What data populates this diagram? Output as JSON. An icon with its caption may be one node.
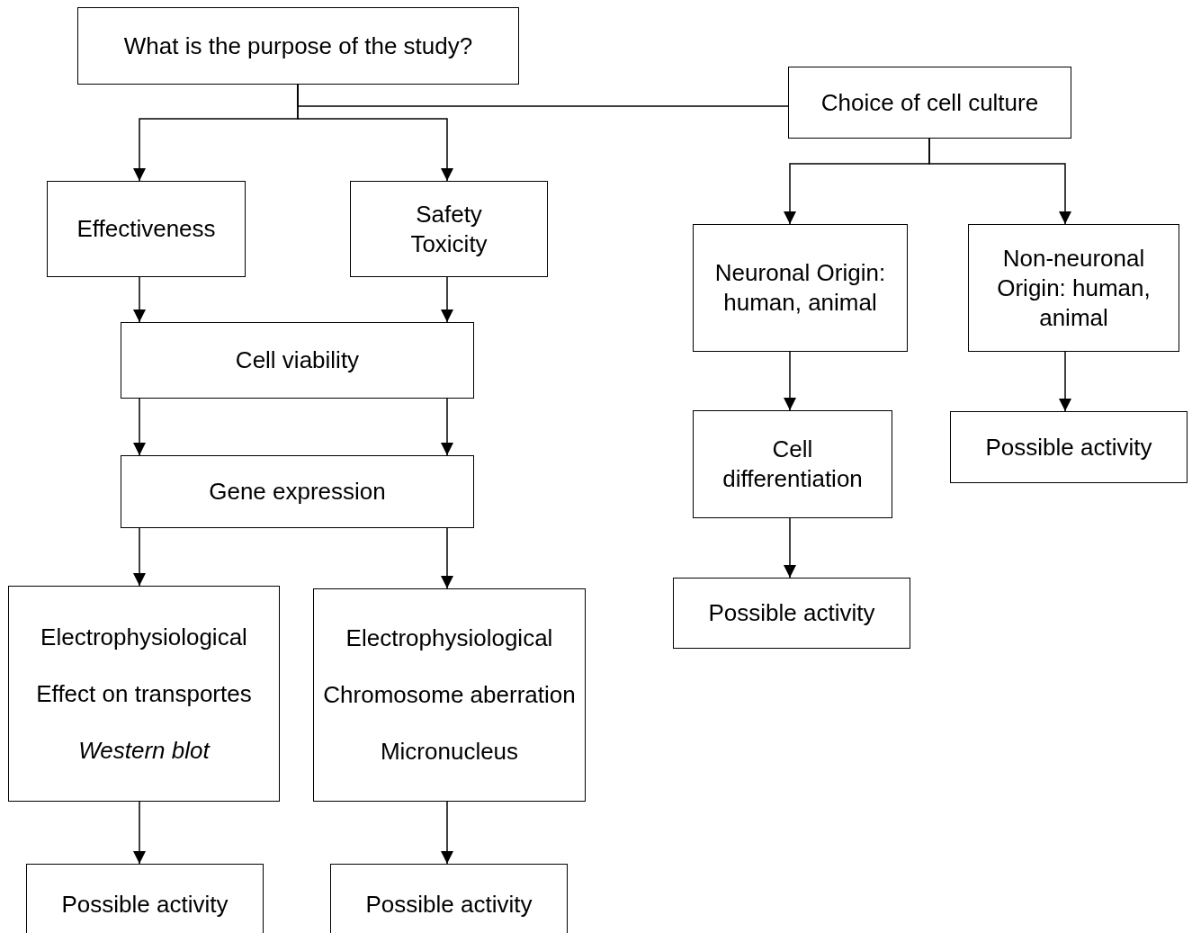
{
  "diagram": {
    "nodes": [
      {
        "text": [
          "What is the purpose of the study?"
        ]
      },
      {
        "text": [
          "Choice of cell culture"
        ]
      },
      {
        "text": [
          "Effectiveness"
        ]
      },
      {
        "text": [
          "Safety",
          "Toxicity"
        ]
      },
      {
        "text": [
          "Neuronal Origin: human, animal"
        ]
      },
      {
        "text": [
          "Non-neuronal Origin: human, animal"
        ]
      },
      {
        "text": [
          "Cell viability"
        ]
      },
      {
        "text": [
          "Cell differentiation"
        ]
      },
      {
        "text": [
          "Possible activity"
        ]
      },
      {
        "text": [
          "Gene expression"
        ]
      },
      {
        "text": [
          "Possible activity"
        ]
      },
      {
        "text": [
          "Electrophysiological",
          "Effect on transportes",
          "*Western blot*"
        ]
      },
      {
        "text": [
          "Electrophysiological",
          "Chromosome aberration",
          "Micronucleus"
        ]
      },
      {
        "text": [
          "Possible activity"
        ]
      },
      {
        "text": [
          "Possible activity"
        ]
      }
    ],
    "edges": [
      {
        "from": 0,
        "to": 1,
        "arrow": "none"
      },
      {
        "from": 0,
        "to": 2,
        "arrow": "to"
      },
      {
        "from": 0,
        "to": 3,
        "arrow": "to"
      },
      {
        "from": 1,
        "to": 4,
        "arrow": "to"
      },
      {
        "from": 1,
        "to": 5,
        "arrow": "to"
      },
      {
        "from": 2,
        "to": 6,
        "arrow": "to"
      },
      {
        "from": 3,
        "to": 6,
        "arrow": "to"
      },
      {
        "from": 6,
        "to": 9,
        "arrow": "to"
      },
      {
        "from": 6,
        "to": 9,
        "arrow": "to"
      },
      {
        "from": 4,
        "to": 7,
        "arrow": "to"
      },
      {
        "from": 5,
        "to": 8,
        "arrow": "to"
      },
      {
        "from": 9,
        "to": 11,
        "arrow": "to"
      },
      {
        "from": 9,
        "to": 12,
        "arrow": "to"
      },
      {
        "from": 7,
        "to": 10,
        "arrow": "to"
      },
      {
        "from": 11,
        "to": 13,
        "arrow": "to"
      },
      {
        "from": 12,
        "to": 14,
        "arrow": "to"
      }
    ]
  }
}
